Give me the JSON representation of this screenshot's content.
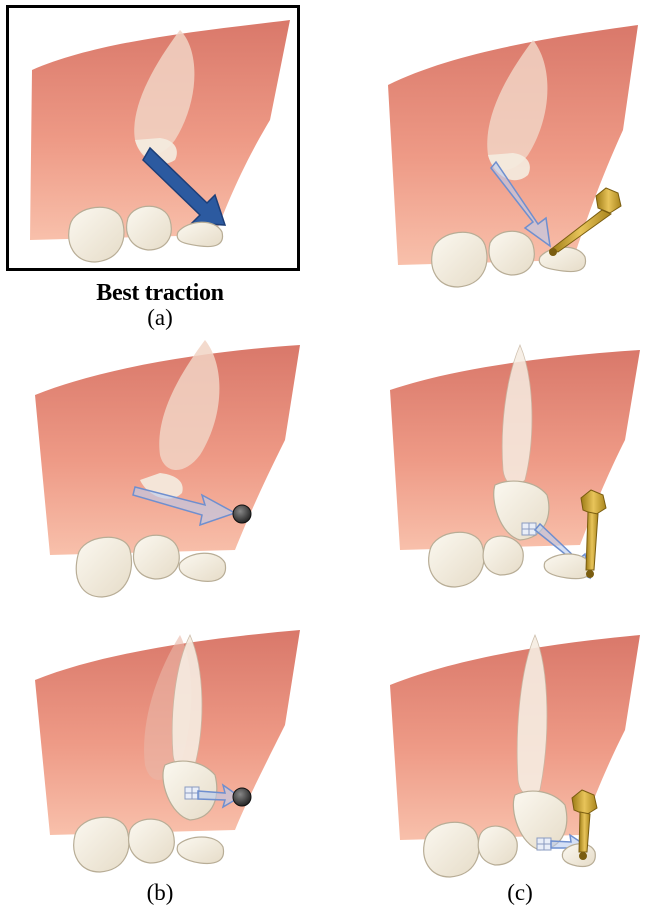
{
  "figure": {
    "caption_best": "Best traction",
    "label_a": "(a)",
    "label_b": "(b)",
    "label_c": "(c)"
  },
  "colors": {
    "gingiva_top": "#d9786a",
    "gingiva_bottom": "#f6b39f",
    "tooth": "#f4efe2",
    "tooth_edge": "#b8ad96",
    "arrow_solid": "#2c5aa0",
    "arrow_light": "#8fa9d8",
    "screw": "#c8a12a",
    "button": "#333333"
  },
  "panels": [
    {
      "id": "a",
      "anchorage": "none",
      "arrow": "solid"
    },
    {
      "id": "c1",
      "anchorage": "miniscrew",
      "arrow": "light"
    },
    {
      "id": "b1",
      "anchorage": "button",
      "arrow": "light"
    },
    {
      "id": "c2",
      "anchorage": "miniscrew",
      "arrow": "light"
    },
    {
      "id": "b2",
      "anchorage": "button",
      "arrow": "light"
    },
    {
      "id": "c3",
      "anchorage": "miniscrew",
      "arrow": "light"
    }
  ]
}
